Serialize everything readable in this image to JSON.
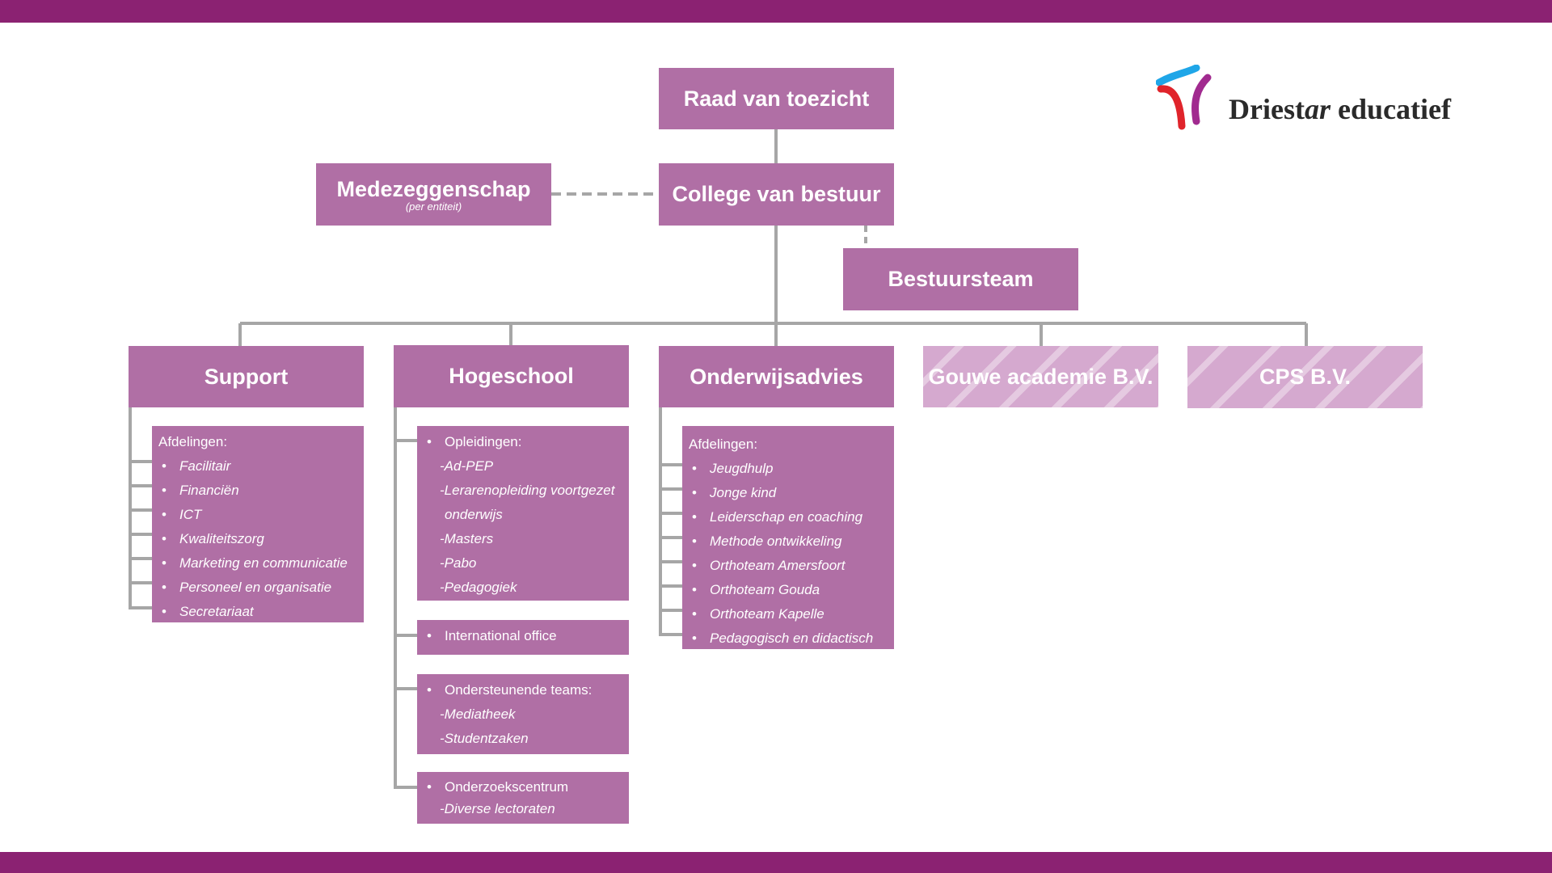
{
  "logo": {
    "text_pre": "Driest",
    "text_italic": "ar",
    "text_post": " educatief"
  },
  "top": {
    "raad": "Raad van toezicht",
    "college": "College van bestuur",
    "medezeggenschap": "Medezeggenschap",
    "medezeggenschap_sub": "(per entiteit)",
    "bestuursteam": "Bestuursteam"
  },
  "entities": {
    "support": "Support",
    "hogeschool": "Hogeschool",
    "onderwijsadvies": "Onderwijsadvies",
    "gouwe": "Gouwe academie B.V.",
    "cps": "CPS B.V."
  },
  "support_panel": {
    "heading": "Afdelingen:",
    "items": [
      "Facilitair",
      "Financiën",
      "ICT",
      "Kwaliteitszorg",
      "Marketing en communicatie",
      "Personeel en organisatie",
      "Secretariaat"
    ]
  },
  "hogeschool_panels": {
    "opleidingen": {
      "heading": "Opleidingen:",
      "lines": [
        "-Ad-PEP",
        "-Lerarenopleiding voortgezet",
        "onderwijs",
        "-Masters",
        "-Pabo",
        "-Pedagogiek"
      ]
    },
    "international": {
      "heading": "International office"
    },
    "ondersteunend": {
      "heading": "Ondersteunende teams:",
      "lines": [
        "-Mediatheek",
        "-Studentzaken"
      ]
    },
    "onderzoek": {
      "heading": "Onderzoekscentrum",
      "lines": [
        "-Diverse lectoraten"
      ]
    }
  },
  "onderwijsadvies_panel": {
    "heading": "Afdelingen:",
    "items": [
      "Jeugdhulp",
      "Jonge kind",
      "Leiderschap en coaching",
      "Methode ontwikkeling",
      "Orthoteam Amersfoort",
      "Orthoteam Gouda",
      "Orthoteam Kapelle",
      "Pedagogisch en didactisch"
    ]
  },
  "colors": {
    "band": "#8b2272",
    "box": "#b06fa5",
    "ghost": "#d5a9cf",
    "connector": "#a6a6a6"
  }
}
